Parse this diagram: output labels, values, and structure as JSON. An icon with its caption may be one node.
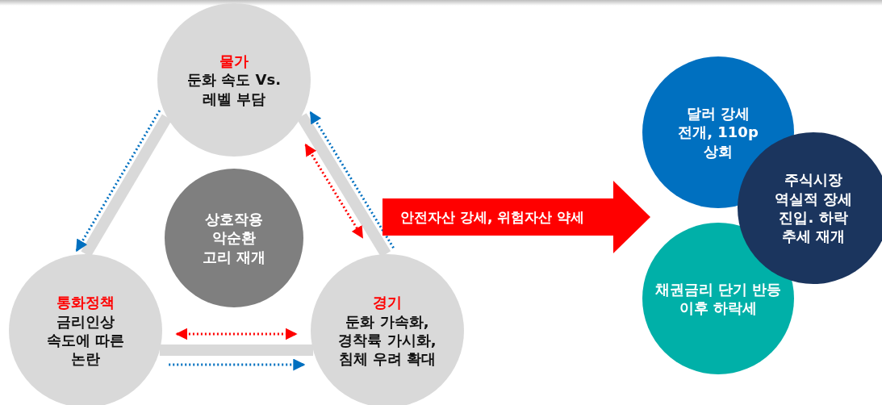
{
  "diagram": {
    "nodes": [
      {
        "text": [
          "물가",
          "둔화 속도 Vs. 레벨 부담"
        ]
      },
      {
        "text": [
          "통화정책",
          "금리인상 속도에 따른 논란"
        ]
      },
      {
        "text": [
          "경기",
          "둔화 가속화, 경착륙 가시화, 침체 우려 확대"
        ]
      },
      {
        "text": [
          "상호작용 악순환 고리 재개"
        ]
      },
      {
        "text": [
          "안전자산 강세, 위험자산 약세"
        ]
      },
      {
        "text": [
          "달러 강세 전개, 110p 상회"
        ]
      },
      {
        "text": [
          "주식시장 역실적 장세 진입. 하락 추세 재개"
        ]
      },
      {
        "text": [
          "채권금리 단기 반등 이후 하락세"
        ]
      }
    ],
    "edges": [
      {
        "from": 0,
        "to": 1,
        "arrow": "none",
        "style": "thick",
        "color": "#d9d9d9"
      },
      {
        "from": 0,
        "to": 2,
        "arrow": "none",
        "style": "thick",
        "color": "#d9d9d9"
      },
      {
        "from": 1,
        "to": 2,
        "arrow": "none",
        "style": "thick",
        "color": "#d9d9d9"
      },
      {
        "from": 0,
        "to": 1,
        "arrow": "to",
        "style": "dashed",
        "color": "#0070c0"
      },
      {
        "from": 0,
        "to": 2,
        "arrow": "both",
        "style": "dashed",
        "color": "#ff0000"
      },
      {
        "from": 2,
        "to": 0,
        "arrow": "to",
        "style": "dashed",
        "color": "#0070c0"
      },
      {
        "from": 1,
        "to": 2,
        "arrow": "both",
        "style": "dashed",
        "color": "#ff0000"
      },
      {
        "from": 1,
        "to": 2,
        "arrow": "to",
        "style": "dashed",
        "color": "#0070c0"
      }
    ]
  }
}
